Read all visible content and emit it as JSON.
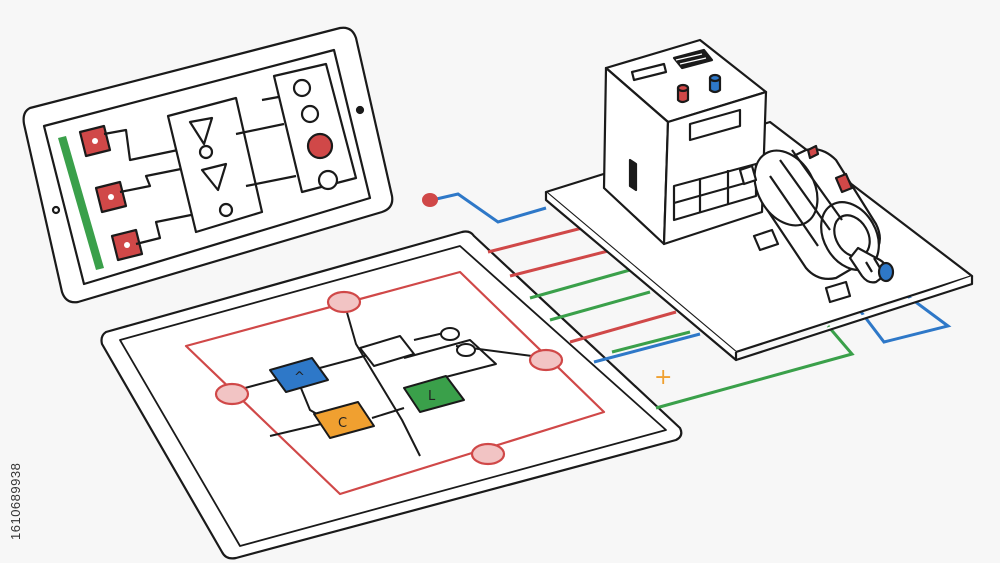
{
  "stock_id": "1610689938",
  "symbols": {
    "blue_block": "^",
    "orange_block": "C",
    "green_block": "L"
  },
  "marker": "+",
  "colors": {
    "outline": "#1a1a1a",
    "red": "#d04848",
    "blue": "#2e78c8",
    "green": "#3aa04a",
    "orange": "#f0a030",
    "node_fill": "#f2c4c4",
    "paper": "#ffffff"
  },
  "icons": [
    "tablet-icon",
    "circuit-board-icon",
    "power-supply-icon",
    "motor-icon"
  ]
}
